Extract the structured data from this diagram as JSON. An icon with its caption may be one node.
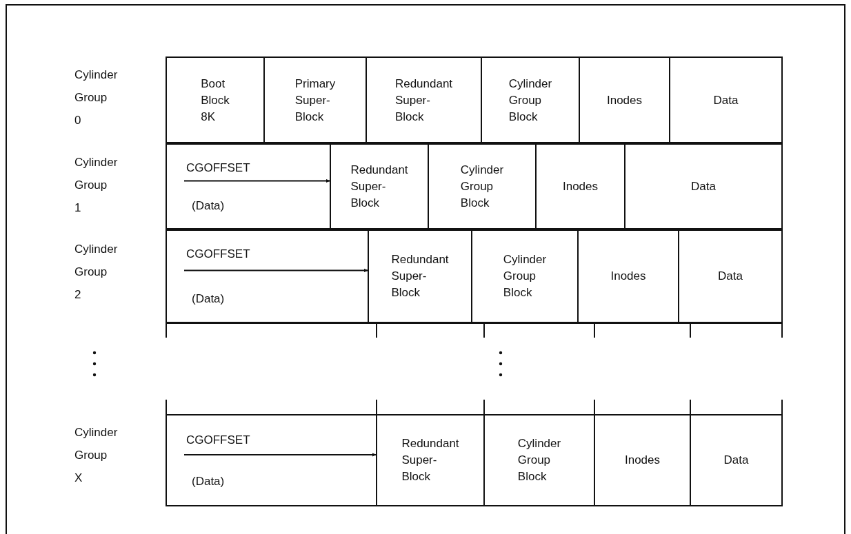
{
  "diagram": {
    "nodes": [
      {
        "text": [
          "Boot Block 8K"
        ]
      },
      {
        "text": [
          "Primary Super-Block"
        ]
      },
      {
        "text": [
          "Redundant Super-Block"
        ]
      },
      {
        "text": [
          "Cylinder Group Block"
        ]
      },
      {
        "text": [
          "Inodes"
        ]
      },
      {
        "text": [
          "Data"
        ]
      },
      {
        "text": [
          "CGOFFSET",
          "(Data)"
        ]
      },
      {
        "text": [
          "Redundant Super-Block"
        ]
      },
      {
        "text": [
          "Cylinder Group Block"
        ]
      },
      {
        "text": [
          "Inodes"
        ]
      },
      {
        "text": [
          "Data"
        ]
      },
      {
        "text": [
          "CGOFFSET",
          "(Data)"
        ]
      },
      {
        "text": [
          "Redundant Super-Block"
        ]
      },
      {
        "text": [
          "Cylinder Group Block"
        ]
      },
      {
        "text": [
          "Inodes"
        ]
      },
      {
        "text": [
          "Data"
        ]
      },
      {
        "text": [
          "CGOFFSET",
          "(Data)"
        ]
      },
      {
        "text": [
          "Redundant Super-Block"
        ]
      },
      {
        "text": [
          "Cylinder Group Block"
        ]
      },
      {
        "text": [
          "Inodes"
        ]
      },
      {
        "text": [
          "Data"
        ]
      }
    ],
    "edges": [
      {
        "from": 6,
        "to": 7,
        "arrow": "to"
      },
      {
        "from": 11,
        "to": 12,
        "arrow": "to"
      },
      {
        "from": 16,
        "to": 17,
        "arrow": "to"
      }
    ],
    "labels": [
      "Cylinder Group 0",
      "Cylinder Group 1",
      "Cylinder Group 2",
      "Cylinder Group X"
    ]
  }
}
